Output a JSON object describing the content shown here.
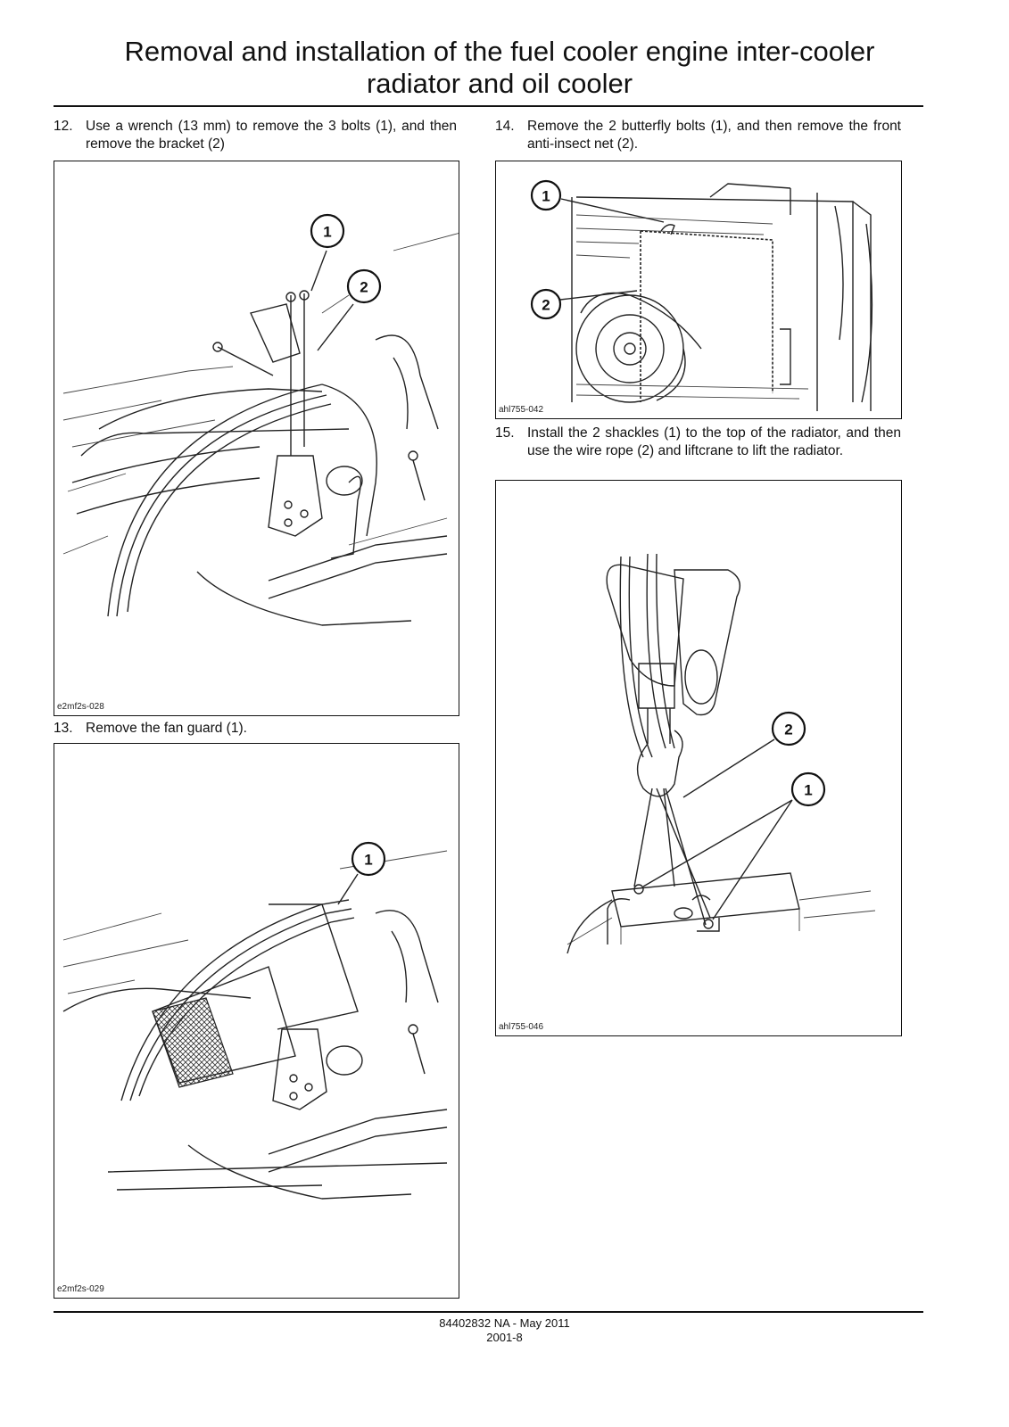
{
  "header": {
    "title_line1": "Removal and installation of the fuel cooler engine inter-cooler",
    "title_line2": "radiator and oil cooler"
  },
  "steps": [
    {
      "num": "12.",
      "text": "Use a wrench (13 mm) to remove the 3 bolts (1), and then remove the bracket (2)"
    },
    {
      "num": "13.",
      "text": "Remove the fan guard (1)."
    },
    {
      "num": "14.",
      "text": "Remove the 2 butterfly bolts (1), and then remove the front anti-insect net (2)."
    },
    {
      "num": "15.",
      "text": "Install the 2 shackles (1) to the top of the radiator, and then use the wire rope (2) and liftcrane to lift the radiator."
    }
  ],
  "figures": [
    {
      "code": "e2mf2s-028",
      "callouts": [
        "1",
        "2"
      ]
    },
    {
      "code": "e2mf2s-029",
      "callouts": [
        "1"
      ]
    },
    {
      "code": "ahl755-042",
      "callouts": [
        "1",
        "2"
      ]
    },
    {
      "code": "ahl755-046",
      "callouts": [
        "2",
        "1"
      ]
    }
  ],
  "footer": {
    "doc": "84402832 NA - May 2011",
    "page": "2001-8"
  }
}
